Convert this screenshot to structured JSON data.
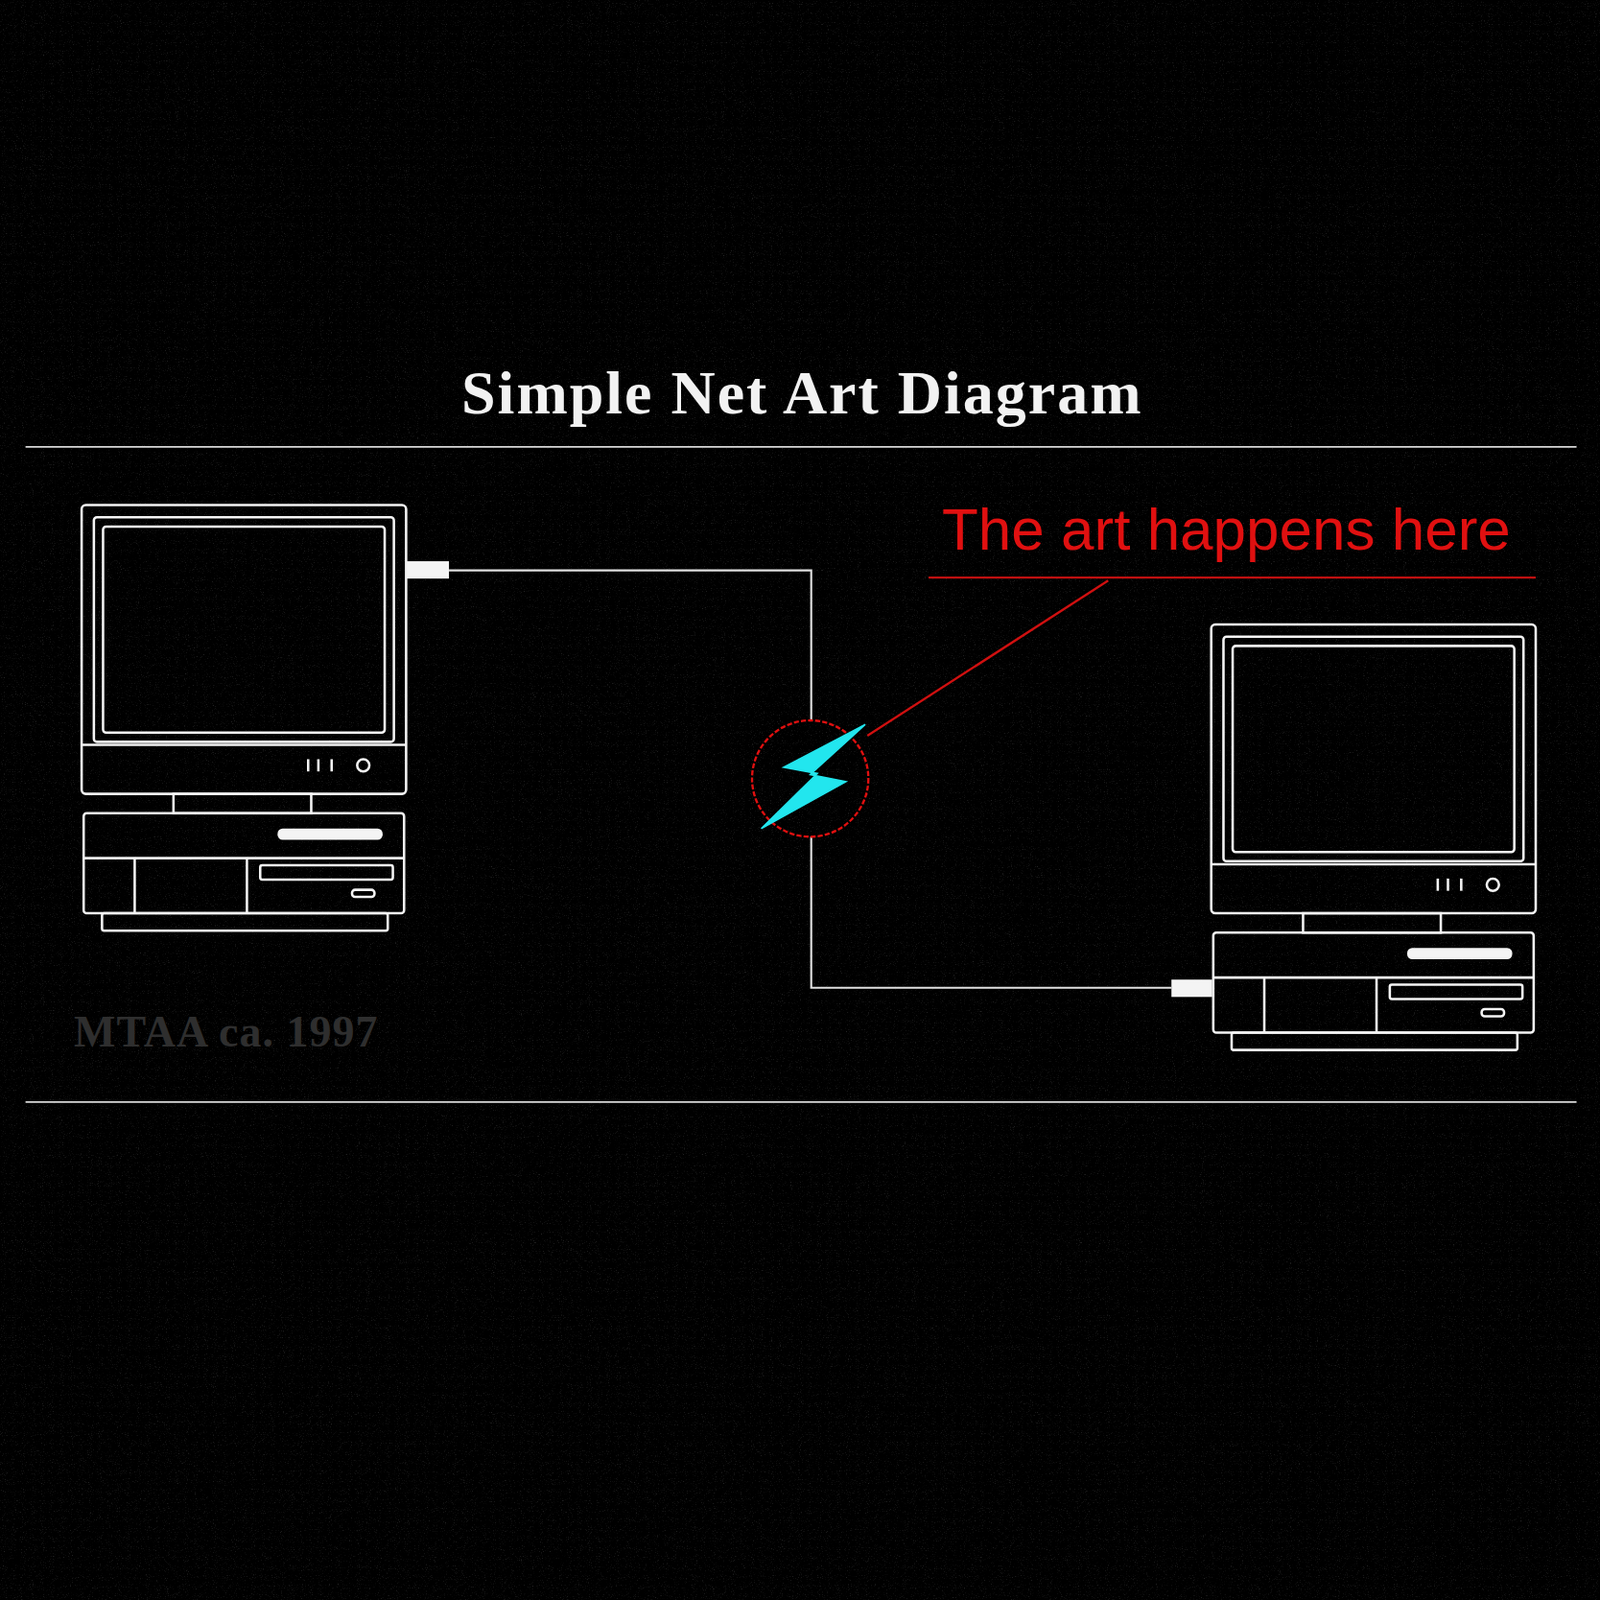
{
  "diagram": {
    "title": "Simple Net Art Diagram",
    "labels": [
      "The art happens here",
      "MTAA ca. 1997"
    ]
  }
}
